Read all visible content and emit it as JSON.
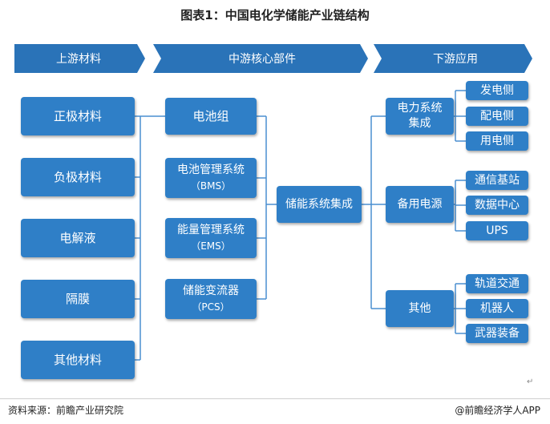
{
  "title": "图表1：中国电化学储能产业链结构",
  "stages": {
    "upstream": "上游材料",
    "midstream": "中游核心部件",
    "downstream": "下游应用"
  },
  "upstream": [
    "正极材料",
    "负极材料",
    "电解液",
    "隔膜",
    "其他材料"
  ],
  "midstream": {
    "battery_pack": "电池组",
    "bms_name": "电池管理系统",
    "bms_abbr": "（BMS）",
    "ems_name": "能量管理系统",
    "ems_abbr": "（EMS）",
    "pcs_name": "储能变流器",
    "pcs_abbr": "（PCS）"
  },
  "integration": "储能系统集成",
  "downstream": {
    "power_system_l1": "电力系统",
    "power_system_l2": "集成",
    "power_leaves": [
      "发电侧",
      "配电侧",
      "用电侧"
    ],
    "backup": "备用电源",
    "backup_leaves": [
      "通信基站",
      "数据中心",
      "UPS"
    ],
    "other": "其他",
    "other_leaves": [
      "轨道交通",
      "机器人",
      "武器装备"
    ]
  },
  "footer": {
    "source": "资料来源：前瞻产业研究院",
    "brand": "@前瞻经济学人APP"
  },
  "paragraph_mark": "↵",
  "colors": {
    "banner": "#2a73b8",
    "box": "#2f7fc7",
    "line": "#4a8fd0"
  }
}
